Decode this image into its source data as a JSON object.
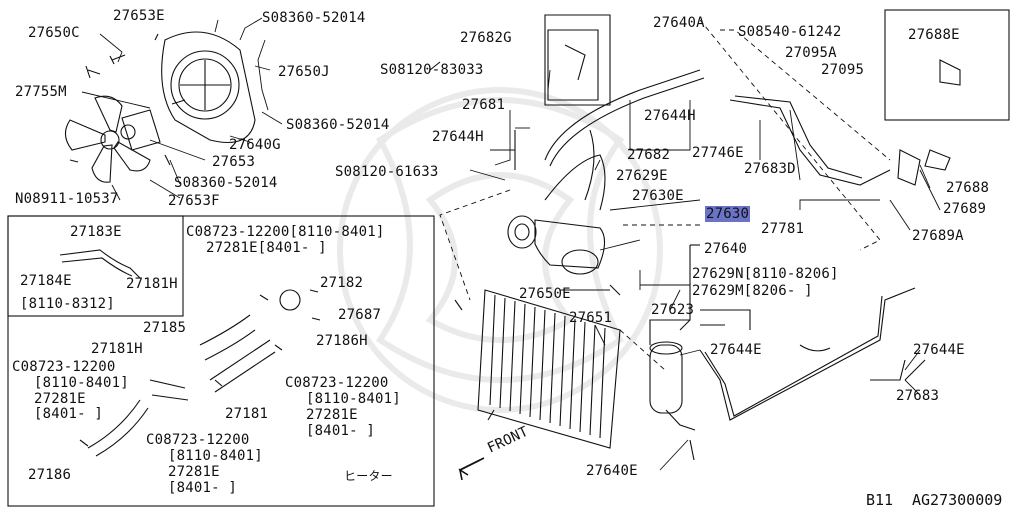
{
  "diagram": {
    "labels": {
      "p27653E": "27653E",
      "s_08360_52014_a": "S08360-52014",
      "p27650C": "27650C",
      "p27650J": "27650J",
      "p27755M": "27755M",
      "s_08360_52014_b": "S08360-52014",
      "p27640G": "27640G",
      "p27653": "27653",
      "s_08360_52014_c": "S08360-52014",
      "n_08911_10537": "N08911-10537",
      "p27653F": "27653F",
      "p27682G": "27682G",
      "p27640A": "27640A",
      "s_08540_61242": "S08540-61242",
      "p27095A": "27095A",
      "p27095": "27095",
      "p27688E": "27688E",
      "s_08120_83033": "S08120-83033",
      "p27681": "27681",
      "p27644H_a": "27644H",
      "p27644H_b": "27644H",
      "p27682": "27682",
      "p27746E": "27746E",
      "p27683D": "27683D",
      "s_08120_61633": "S08120-61633",
      "p27629E": "27629E",
      "p27630E": "27630E",
      "p27630": "27630",
      "p27781": "27781",
      "p27688": "27688",
      "p27689": "27689",
      "p27689A": "27689A",
      "p27640": "27640",
      "p27629N": "27629N[8110-8206]",
      "p27629M": "27629M[8206-  ]",
      "p27650E": "27650E",
      "p27623": "27623",
      "p27651": "27651",
      "p27644E_a": "27644E",
      "p27644E_b": "27644E",
      "p27683": "27683",
      "p27640E": "27640E",
      "front": "FRONT",
      "c_08723_12200_a": "C08723-12200[8110-8401]",
      "p27281E_a": "27281E[8401-  ]",
      "p27183E": "27183E",
      "p27184E": "27184E",
      "p27181H_a": "27181H",
      "range_8110_8312": "[8110-8312]",
      "p27182": "27182",
      "p27687": "27687",
      "p27185": "27185",
      "p27186H": "27186H",
      "p27181H_b": "27181H",
      "c_08723_12200_b": "C08723-12200",
      "range_b1": "[8110-8401]",
      "p27281E_b": "27281E",
      "range_b2": "[8401-  ]",
      "c_08723_12200_c": "C08723-12200",
      "range_c1": "[8110-8401]",
      "p27281E_c": "27281E",
      "range_c2": "[8401-  ]",
      "p27181": "27181",
      "c_08723_12200_d": "C08723-12200",
      "range_d1": "[8110-8401]",
      "p27281E_d": "27281E",
      "range_d2": "[8401-  ]",
      "p27186": "27186",
      "heater": "ヒーター"
    },
    "highlight_color": "#6b73c9",
    "footer": {
      "model": "B11",
      "code": "AG27300009"
    }
  }
}
